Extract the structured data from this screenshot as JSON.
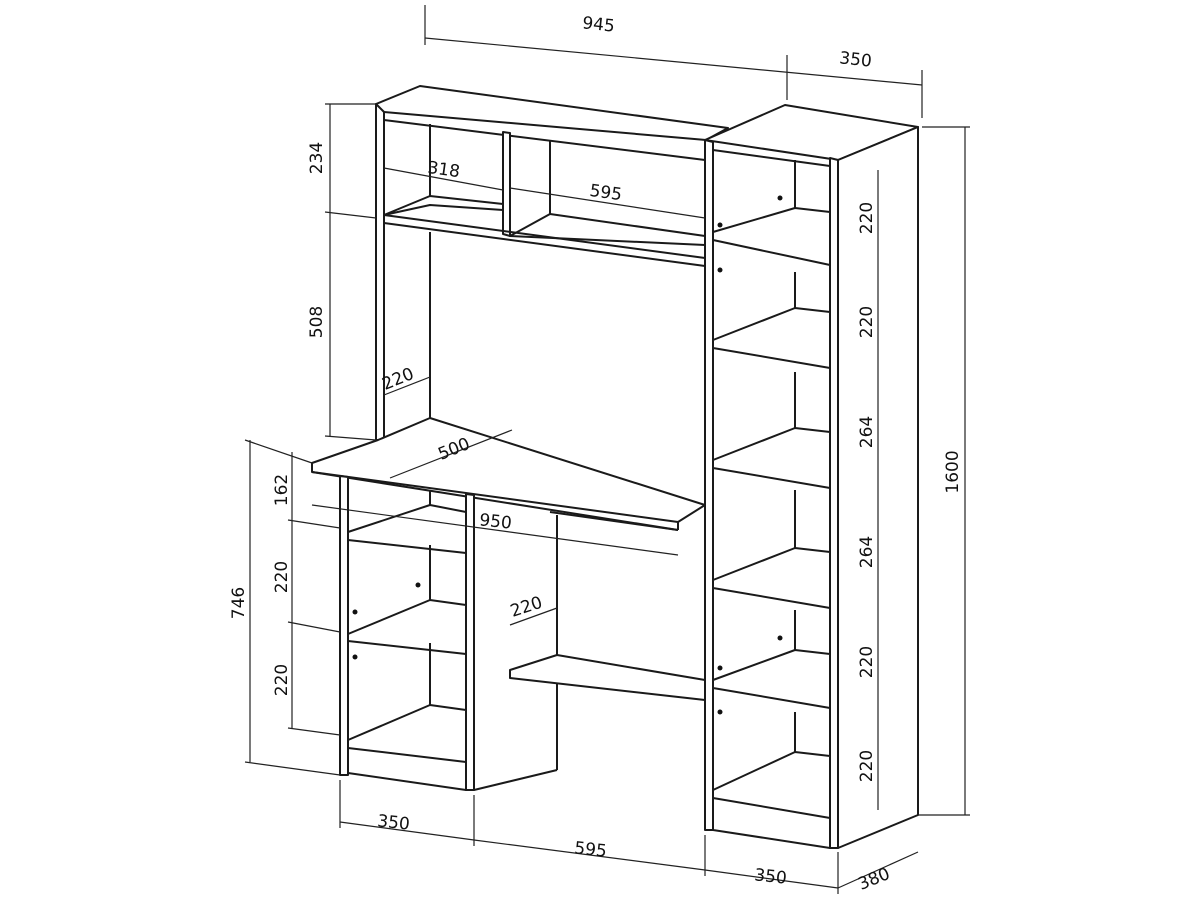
{
  "dimensions": {
    "total_width": "945",
    "tower_width_top": "350",
    "total_height": "1600",
    "hutch_top_height": "234",
    "hutch_left_niche": "318",
    "hutch_right_niche": "595",
    "hutch_height": "508",
    "hutch_depth": "220",
    "desk_depth": "500",
    "desk_width": "950",
    "desk_height": "746",
    "pedestal_top": "162",
    "pedestal_mid": "220",
    "pedestal_low": "220",
    "keyboard_depth": "220",
    "pedestal_width": "350",
    "knee_width": "595",
    "tower_width": "350",
    "tower_depth": "380",
    "tower_s1": "220",
    "tower_s2": "220",
    "tower_s3": "264",
    "tower_s4": "264",
    "tower_s5": "220",
    "tower_s6": "220"
  }
}
